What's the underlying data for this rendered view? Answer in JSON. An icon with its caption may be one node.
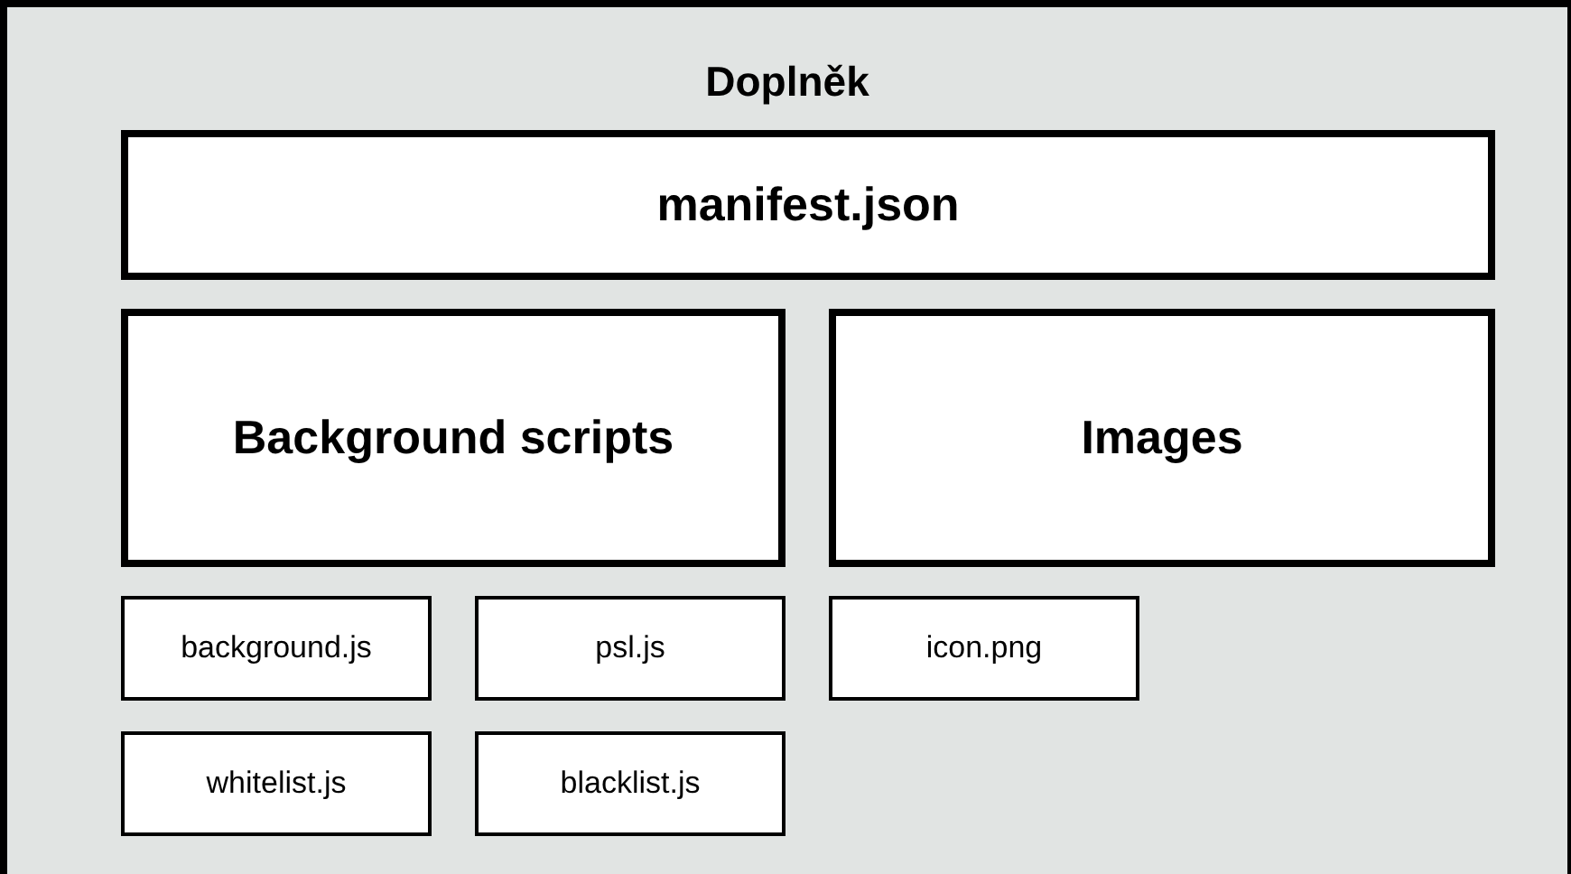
{
  "diagram": {
    "nodes": [
      {
        "text": [
          "Doplněk"
        ]
      },
      {
        "text": [
          "manifest.json"
        ],
        "in": 0
      },
      {
        "text": [
          "Background scripts"
        ],
        "in": 0
      },
      {
        "text": [
          "Images"
        ],
        "in": 0
      },
      {
        "text": [
          "background.js"
        ],
        "in": 0
      },
      {
        "text": [
          "psl.js"
        ],
        "in": 0
      },
      {
        "text": [
          "icon.png"
        ],
        "in": 0
      },
      {
        "text": [
          "whitelist.js"
        ],
        "in": 0
      },
      {
        "text": [
          "blacklist.js"
        ],
        "in": 0
      }
    ]
  }
}
